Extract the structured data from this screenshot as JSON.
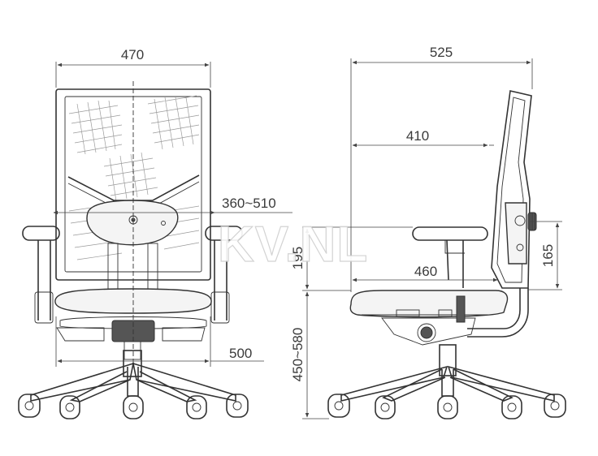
{
  "watermark": "KV.NL",
  "front_view": {
    "dimensions": {
      "overall_width": "470",
      "armrest_width": "360~510",
      "base_width": "500"
    }
  },
  "side_view": {
    "dimensions": {
      "overall_depth": "525",
      "seat_depth": "410",
      "armrest_height": "195",
      "armrest_depth": "460",
      "lumbar_height": "165",
      "seat_height": "450~580"
    }
  }
}
